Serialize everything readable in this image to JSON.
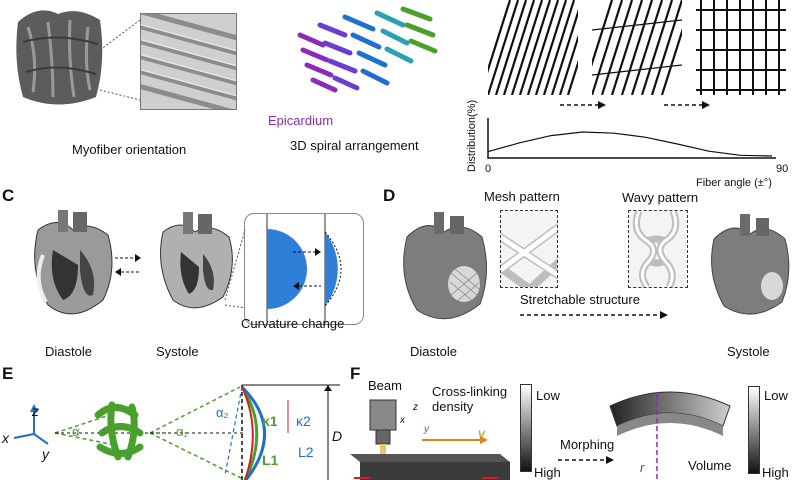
{
  "panelA": {
    "caption": "Myofiber orientation"
  },
  "panelB": {
    "epicardium_label": "Epicardium",
    "caption": "3D spiral arrangement"
  },
  "panelChart": {
    "ylabel": "Distribution(%)",
    "xlabel": "Fiber angle (±°)",
    "x_tick_min": "0",
    "x_tick_max": "90"
  },
  "chart_data": {
    "type": "line",
    "title": "",
    "xlabel": "Fiber angle (±°)",
    "ylabel": "Distribution(%)",
    "xlim": [
      0,
      90
    ],
    "x": [
      0,
      10,
      20,
      30,
      40,
      50,
      60,
      70,
      80,
      90
    ],
    "series": [
      {
        "values": [
          0.18,
          0.55,
          0.85,
          1.0,
          0.95,
          0.78,
          0.5,
          0.2,
          0.03,
          0.0
        ]
      }
    ]
  },
  "panelC": {
    "letter": "C",
    "diastole": "Diastole",
    "systole": "Systole",
    "curvature": "Curvature change"
  },
  "panelD": {
    "letter": "D",
    "mesh": "Mesh pattern",
    "wavy": "Wavy pattern",
    "stretch": "Stretchable structure",
    "diastole": "Diastole",
    "systole": "Systole"
  },
  "panelE": {
    "letter": "E",
    "z": "z",
    "x": "x",
    "y": "y",
    "alpha": "α",
    "alpha1": "α₁",
    "alpha2": "α₂",
    "k1": "κ1",
    "k2": "κ2",
    "l1": "L1",
    "l2": "L2",
    "d": "D"
  },
  "panelF": {
    "letter": "F",
    "beam": "Beam",
    "crosslink": "Cross-linking\ndensity",
    "low": "Low",
    "high": "High",
    "v": "v",
    "x": "x",
    "y": "y",
    "z": "z",
    "morphing": "Morphing",
    "volume": "Volume",
    "low2": "Low",
    "high2": "High",
    "r": "r"
  },
  "colors": {
    "purple": "#8a2bbd",
    "blue": "#1f6fd1",
    "green": "#4aa02c",
    "orange": "#d28a10",
    "red": "#d02020"
  }
}
